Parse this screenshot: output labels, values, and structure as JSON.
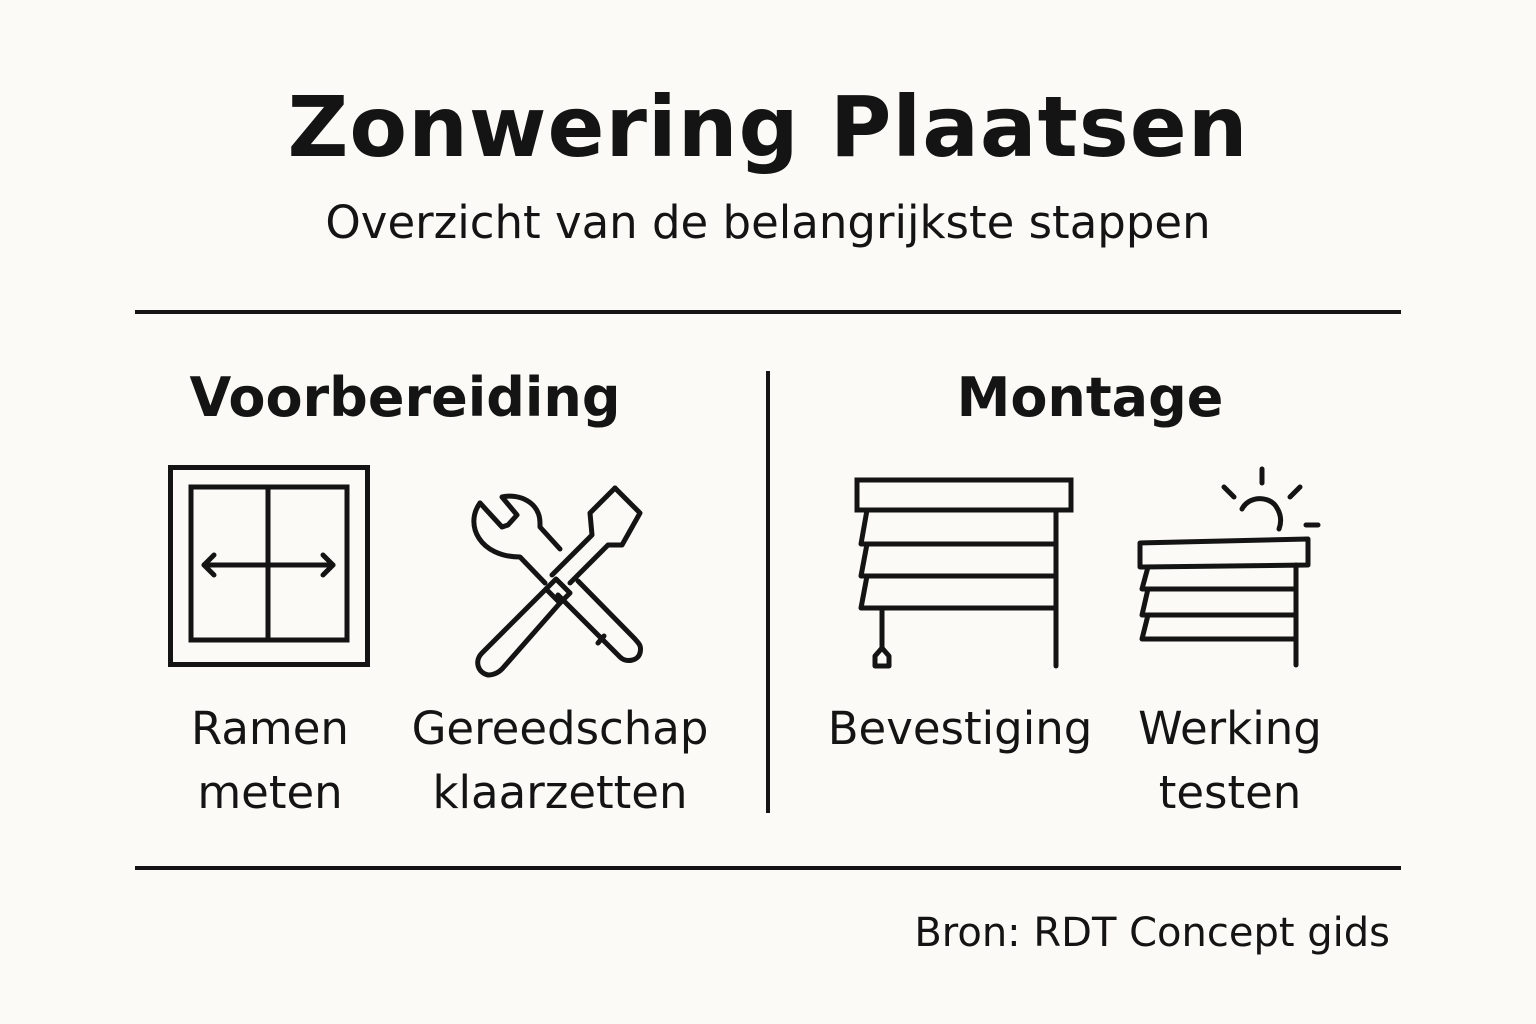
{
  "header": {
    "title": "Zonwering Plaatsen",
    "subtitle": "Overzicht van de belangrijkste stappen"
  },
  "sections": [
    {
      "title": "Voorbereiding",
      "steps": [
        {
          "icon": "window-measure-icon",
          "line1": "Ramen",
          "line2": "meten"
        },
        {
          "icon": "wrench-screwdriver-icon",
          "line1": "Gereedschap",
          "line2": "klaarzetten"
        }
      ]
    },
    {
      "title": "Montage",
      "steps": [
        {
          "icon": "blinds-icon",
          "line1": "Bevestiging",
          "line2": ""
        },
        {
          "icon": "blinds-sun-icon",
          "line1": "Werking",
          "line2": "testen"
        }
      ]
    }
  ],
  "footer": {
    "source": "Bron: RDT Concept gids"
  },
  "colors": {
    "background": "#fbfaf6",
    "ink": "#141414"
  }
}
